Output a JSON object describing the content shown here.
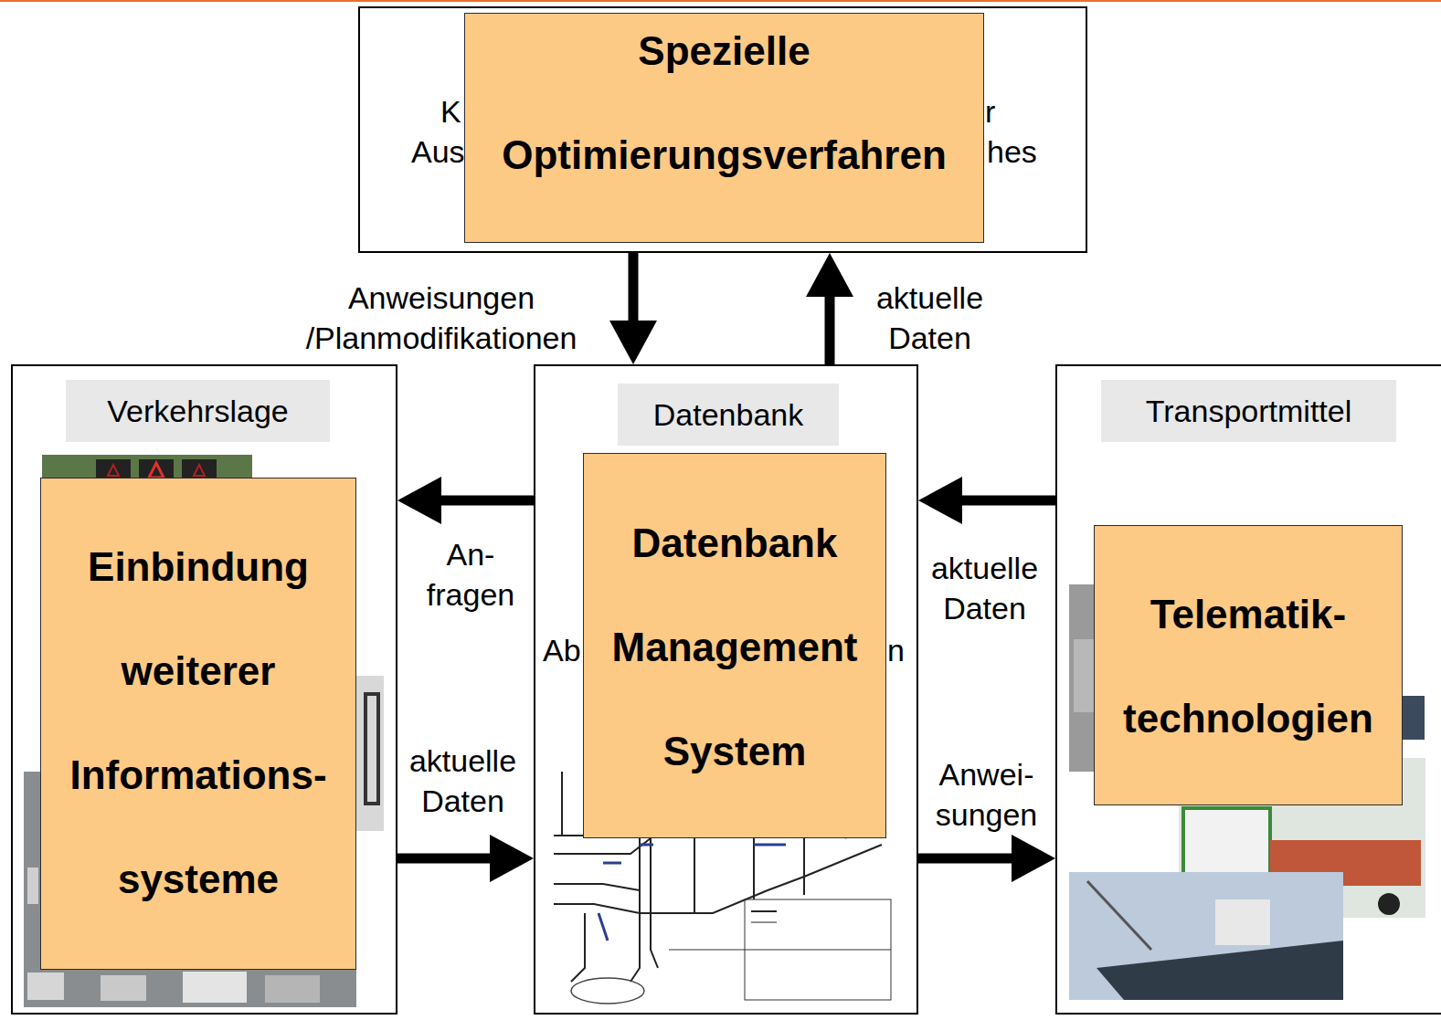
{
  "diagram": {
    "nodes": [
      {
        "text": [
          "K",
          "r",
          "Aus",
          "hes"
        ]
      },
      {
        "text": [
          "Spezielle Optimierungsverfahren"
        ],
        "in": 0
      },
      {
        "text": [
          "Verkehrslage"
        ]
      },
      {
        "text": [
          "Einbindung weiterer Informations- systeme"
        ],
        "in": 2
      },
      {
        "text": [
          "Datenbank",
          "Ab",
          "n"
        ]
      },
      {
        "text": [
          "Datenbank Management System"
        ],
        "in": 4
      },
      {
        "text": [
          "Transportmittel"
        ]
      },
      {
        "text": [
          "Telematik- technologien"
        ],
        "in": 6
      }
    ],
    "edges": [
      {
        "from": 0,
        "to": 4,
        "arrow": "to",
        "label": "Anweisungen /Planmodifikationen"
      },
      {
        "from": 4,
        "to": 0,
        "arrow": "to",
        "label": "aktuelle Daten"
      },
      {
        "from": 4,
        "to": 2,
        "arrow": "to",
        "label": "An- fragen"
      },
      {
        "from": 2,
        "to": 4,
        "arrow": "to",
        "label": "aktuelle Daten"
      },
      {
        "from": 6,
        "to": 4,
        "arrow": "to",
        "label": "aktuelle Daten"
      },
      {
        "from": 4,
        "to": 6,
        "arrow": "to",
        "label": "Anwei- sungen"
      }
    ]
  }
}
